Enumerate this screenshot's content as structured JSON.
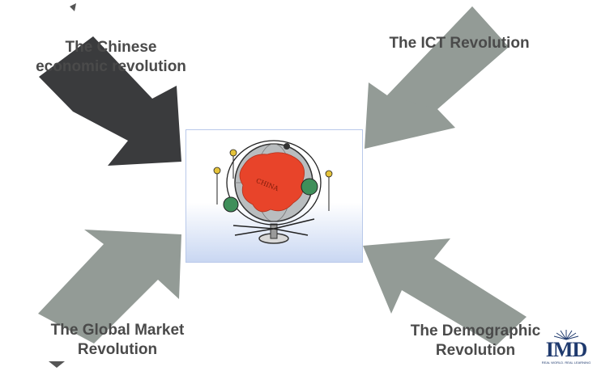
{
  "labels": {
    "chinese": [
      "The Chinese",
      "economic revolution"
    ],
    "ict": [
      "The ICT Revolution"
    ],
    "global": [
      "The Global Market",
      "Revolution"
    ],
    "demographic": [
      "The Demographic",
      "Revolution"
    ]
  },
  "globe_caption": "CHINA",
  "logo": {
    "name": "IMD",
    "tagline": "REAL WORLD. REAL LEARNING"
  },
  "colors": {
    "arrow_dark": "#3a3b3d",
    "arrow_gray": "#939b96",
    "label_text": "#4a4a4a",
    "china_red": "#e8442a",
    "logo_blue": "#1f3a6e"
  }
}
